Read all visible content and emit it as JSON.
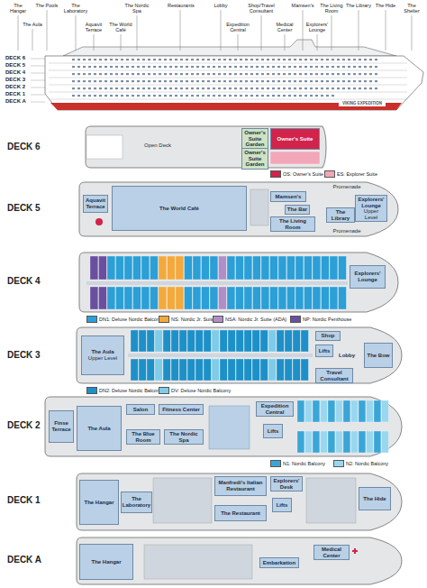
{
  "diagram": {
    "nodes": [
      {
        "text": [
          "Owner's Suite Garden"
        ]
      },
      {
        "text": [
          "Owner's Suite Garden"
        ]
      },
      {
        "text": [
          "Owner's Suite"
        ]
      },
      {
        "text": [
          "Aquavit Terrace"
        ]
      },
      {
        "text": [
          "The World Café"
        ]
      },
      {
        "text": [
          "Mamsen's"
        ]
      },
      {
        "text": [
          "The Bar"
        ]
      },
      {
        "text": [
          "The Living Room"
        ]
      },
      {
        "text": [
          "The Library"
        ]
      },
      {
        "text": [
          "Explorers' Lounge",
          "Upper Level"
        ]
      },
      {
        "text": [
          "Explorers' Lounge"
        ]
      },
      {
        "text": [
          "The Aula",
          "Upper Level"
        ]
      },
      {
        "text": [
          "Shop"
        ]
      },
      {
        "text": [
          "Lifts"
        ]
      },
      {
        "text": [
          "Travel Consultant"
        ]
      },
      {
        "text": [
          "The Bow"
        ]
      },
      {
        "text": [
          "Finse Terrace"
        ]
      },
      {
        "text": [
          "The Aula"
        ]
      },
      {
        "text": [
          "Salon"
        ]
      },
      {
        "text": [
          "Fitness Center"
        ]
      },
      {
        "text": [
          "The Blue Room"
        ]
      },
      {
        "text": [
          "The Nordic Spa"
        ]
      },
      {
        "text": [
          "Expedition Central"
        ]
      },
      {
        "text": [
          "Lifts"
        ]
      },
      {
        "text": [
          "The Hangar"
        ]
      },
      {
        "text": [
          "The Laboratory"
        ]
      },
      {
        "text": [
          "Manfredi's Italian Restaurant"
        ]
      },
      {
        "text": [
          "The Restaurant"
        ]
      },
      {
        "text": [
          "Explorers' Desk"
        ]
      },
      {
        "text": [
          "Lifts"
        ]
      },
      {
        "text": [
          "The Hide"
        ]
      },
      {
        "text": [
          "The Hangar"
        ]
      },
      {
        "text": [
          "Embarkation"
        ]
      },
      {
        "text": [
          "Medical Center"
        ]
      }
    ],
    "labels": [
      "DECK 6",
      "DECK 5",
      "DECK 4",
      "DECK 3",
      "DECK 2",
      "DECK 1",
      "DECK A",
      "VIKING EXPEDITION",
      "The Hangar",
      "The Pools",
      "The Laboratory",
      "The Nordic Spa",
      "The World Café",
      "Restaurants",
      "Lobby",
      "Shop/Travel Consultant",
      "Expedition Central",
      "Medical Center",
      "Mamsen's",
      "The Living Room",
      "The Library",
      "Explorers' Lounge",
      "The Hide",
      "The Shelter",
      "The Aula",
      "Aquavit Terrace",
      "DECK 6",
      "DECK 5",
      "DECK 4",
      "DECK 3",
      "DECK 2",
      "DECK 1",
      "DECK A",
      "Open Deck",
      "Promenade",
      "Promenade",
      "Lobby"
    ],
    "legend": [
      {
        "text": "OS: Owner's Suite",
        "color": "#d2234a"
      },
      {
        "text": "ES: Explorer Suite",
        "color": "#f2a7b8"
      },
      {
        "text": "DN1: Deluxe Nordic Balcony",
        "color": "#2b9fd6"
      },
      {
        "text": "NS: Nordic Jr. Suite",
        "color": "#f3a93c"
      },
      {
        "text": "NSA: Nordic Jr. Suite (ADA)",
        "color": "#b08fc7"
      },
      {
        "text": "NP: Nordic Penthouse",
        "color": "#6a4fa0"
      },
      {
        "text": "DN2: Deluxe Nordic Balcony",
        "color": "#1e90c8"
      },
      {
        "text": "DV: Deluxe Nordic Balcony",
        "color": "#7fcbe8"
      },
      {
        "text": "N1: Nordic Balcony",
        "color": "#3aa6d8"
      },
      {
        "text": "N2: Nordic Balcony",
        "color": "#9ad7ef"
      }
    ]
  }
}
